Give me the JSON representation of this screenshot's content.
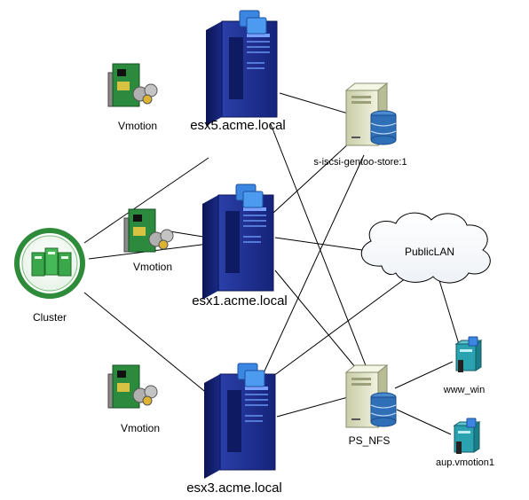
{
  "nodes": {
    "esx5": {
      "label": "esx5.acme.local",
      "icon": "server-tower-icon"
    },
    "esx1": {
      "label": "esx1.acme.local",
      "icon": "server-tower-icon"
    },
    "esx3": {
      "label": "esx3.acme.local",
      "icon": "server-tower-icon"
    },
    "cluster": {
      "label": "Cluster",
      "icon": "cluster-icon"
    },
    "vmotion_top": {
      "label": "Vmotion",
      "icon": "network-card-icon"
    },
    "vmotion_mid": {
      "label": "Vmotion",
      "icon": "network-card-icon"
    },
    "vmotion_bottom": {
      "label": "Vmotion",
      "icon": "network-card-icon"
    },
    "iscsi": {
      "label": "s-iscsi-gentoo-store:1",
      "icon": "storage-server-icon"
    },
    "ps_nfs": {
      "label": "PS_NFS",
      "icon": "storage-server-icon"
    },
    "publiclan": {
      "label": "PublicLAN",
      "icon": "cloud-icon"
    },
    "www_win": {
      "label": "www_win",
      "icon": "virtual-machine-icon"
    },
    "aup": {
      "label": "aup.vmotion1",
      "icon": "virtual-machine-icon"
    }
  },
  "colors": {
    "server_body": "#1c2f8f",
    "server_dark": "#0d1a5e",
    "vm_overlay": "#3a86e0",
    "cluster_ring": "#2e8b3a",
    "card_green": "#2b8a3e",
    "storage_body": "#e2e6c8",
    "disk_blue": "#2f6fb8",
    "vm_teal": "#2aa2b0"
  }
}
